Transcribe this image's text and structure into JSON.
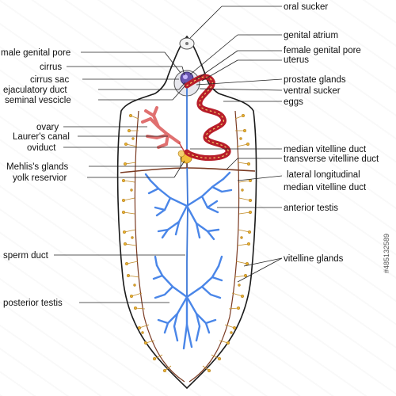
{
  "labels": {
    "oral_sucker": "oral sucker",
    "genital_atrium": "genital atrium",
    "male_genital_pore": "male genital pore",
    "female_genital_pore": "female genital pore",
    "uterus": "uterus",
    "cirrus": "cirrus",
    "cirrus_sac": "cirrus sac",
    "prostate_glands": "prostate glands",
    "ejaculatory_duct": "ejaculatory duct",
    "ventral_sucker": "ventral sucker",
    "seminal_vesicle": "seminal vescicle",
    "eggs": "eggs",
    "ovary": "ovary",
    "laurers_canal": "Laurer's canal",
    "oviduct": "oviduct",
    "median_vitelline_duct": "median vitelline duct",
    "transverse_vitelline_duct": "transverse vitelline duct",
    "mehlis_glands": "Mehlis's glands",
    "yolk_reservoir": "yolk reservior",
    "lateral_longitudinal_1": "lateral longitudinal",
    "lateral_longitudinal_2": "median vitelline duct",
    "anterior_testis": "anterior testis",
    "sperm_duct": "sperm duct",
    "vitelline_glands": "vitelline glands",
    "posterior_testis": "posterior testis"
  },
  "stock_id": "#485132589",
  "colors": {
    "body_outline": "#1a1a1a",
    "testis": "#4a86e8",
    "vitelline": "#e0a21c",
    "uterus": "#c8202a",
    "ovary": "#f08a8a",
    "ducts": "#7a3a22",
    "suckers": "#555555"
  }
}
